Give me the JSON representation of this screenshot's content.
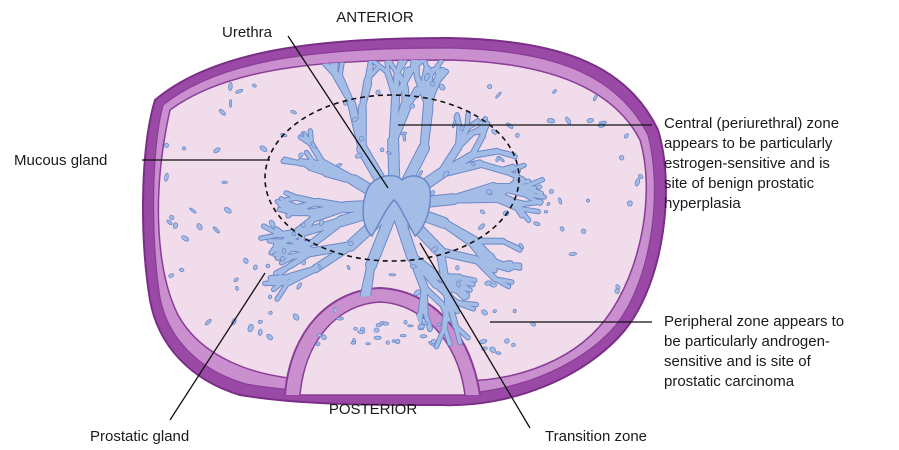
{
  "labels": {
    "anterior": "ANTERIOR",
    "posterior": "POSTERIOR",
    "urethra": "Urethra",
    "mucous_gland": "Mucous gland",
    "prostatic_gland": "Prostatic gland",
    "transition_zone": "Transition zone",
    "central_zone": [
      "Central (periurethral) zone",
      "appears to be particularly",
      "estrogen-sensitive and is",
      "site of benign prostatic",
      "hyperplasia"
    ],
    "peripheral_zone": [
      "Peripheral zone appears to",
      "be particularly androgen-",
      "sensitive and is site of",
      "prostatic carcinoma"
    ]
  },
  "colors": {
    "capsule_outer": "#9a4aa6",
    "capsule_band": "#c98fce",
    "stroma": "#f0dcea",
    "gland_fill": "#a4bde6",
    "gland_edge": "#6a88c8",
    "leader": "#111111"
  }
}
